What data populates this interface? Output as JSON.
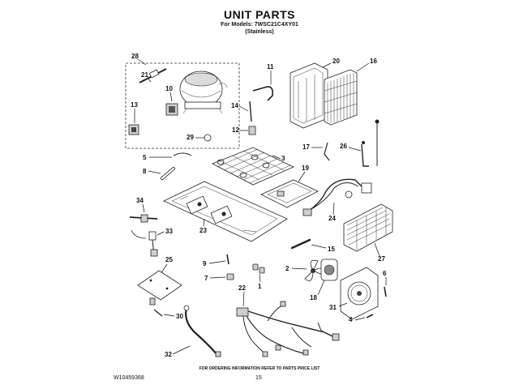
{
  "header": {
    "title": "UNIT PARTS",
    "models": "For Models: 7WSC21C4XY01",
    "finish": "(Stainless)"
  },
  "footer": {
    "note": "FOR ORDERING INFORMATION REFER TO PARTS PRICE LIST",
    "doc_number": "W10459368",
    "page_number": "15"
  },
  "callouts": {
    "c1": "1",
    "c2": "2",
    "c3": "3",
    "c4": "4",
    "c5": "5",
    "c6": "6",
    "c7": "7",
    "c8": "8",
    "c9": "9",
    "c10": "10",
    "c11": "11",
    "c12": "12",
    "c13": "13",
    "c14": "14",
    "c15": "15",
    "c16": "16",
    "c17": "17",
    "c18": "18",
    "c19": "19",
    "c20": "20",
    "c21": "21",
    "c22": "22",
    "c23": "23",
    "c24": "24",
    "c25": "25",
    "c26": "26",
    "c27": "27",
    "c28": "28",
    "c29": "29",
    "c30": "30",
    "c31": "31",
    "c32": "32",
    "c33": "33",
    "c34": "34"
  }
}
